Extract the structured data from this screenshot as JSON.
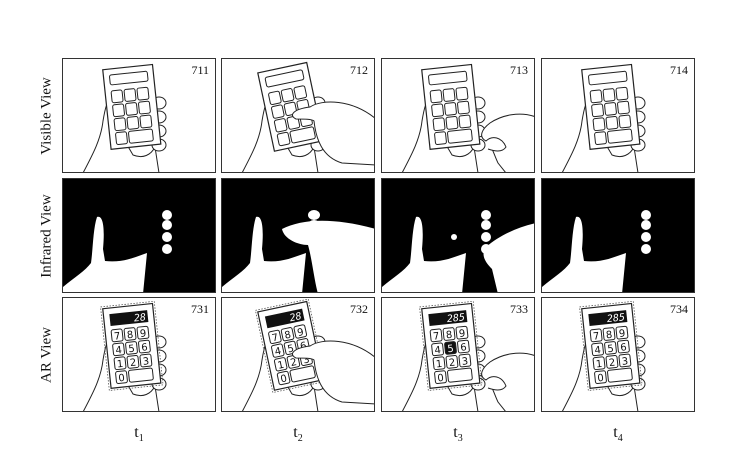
{
  "rows": [
    {
      "label": "Visible View",
      "type": "visible"
    },
    {
      "label": "Infrared View",
      "type": "infrared"
    },
    {
      "label": "AR View",
      "type": "ar"
    }
  ],
  "time_labels": [
    {
      "base": "t",
      "sub": "1"
    },
    {
      "base": "t",
      "sub": "2"
    },
    {
      "base": "t",
      "sub": "3"
    },
    {
      "base": "t",
      "sub": "4"
    }
  ],
  "panels": [
    [
      {
        "ref": "711",
        "finger": "none"
      },
      {
        "ref": "712",
        "finger": "press"
      },
      {
        "ref": "713",
        "finger": "lift"
      },
      {
        "ref": "714",
        "finger": "none"
      }
    ],
    [
      {
        "ref": "",
        "finger": "none"
      },
      {
        "ref": "",
        "finger": "press"
      },
      {
        "ref": "",
        "finger": "lift"
      },
      {
        "ref": "",
        "finger": "none"
      }
    ],
    [
      {
        "ref": "731",
        "finger": "none",
        "display": "28",
        "highlight": ""
      },
      {
        "ref": "732",
        "finger": "press",
        "display": "28",
        "highlight": ""
      },
      {
        "ref": "733",
        "finger": "lift",
        "display": "285",
        "highlight": "5"
      },
      {
        "ref": "734",
        "finger": "none",
        "display": "285",
        "highlight": ""
      }
    ]
  ],
  "keypad": [
    "7",
    "8",
    "9",
    "4",
    "5",
    "6",
    "1",
    "2",
    "3",
    "0"
  ]
}
